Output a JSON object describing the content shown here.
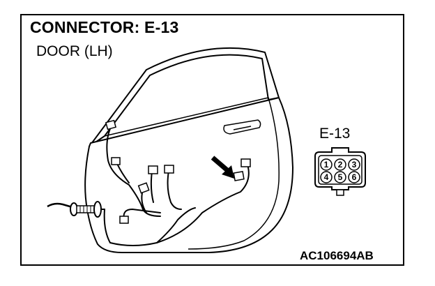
{
  "header": {
    "title": "CONNECTOR: E-13",
    "subtitle": "DOOR (LH)"
  },
  "connector": {
    "label": "E-13",
    "pins": [
      "1",
      "2",
      "3",
      "4",
      "5",
      "6"
    ]
  },
  "figure_code": "AC106694AB"
}
